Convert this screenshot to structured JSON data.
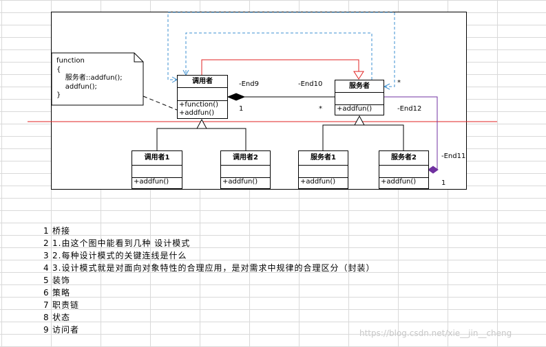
{
  "note": {
    "lines": [
      "function",
      "{",
      "    服务者::addfun();",
      "    addfun();",
      "}"
    ]
  },
  "classes": {
    "invoker": {
      "name": "调用者",
      "ops": [
        "+function()",
        "+addfun()"
      ]
    },
    "servant": {
      "name": "服务者",
      "ops": [
        "+addfun()"
      ]
    },
    "invoker1": {
      "name": "调用者1",
      "ops": [
        "+addfun()"
      ]
    },
    "invoker2": {
      "name": "调用者2",
      "ops": [
        "+addfun()"
      ]
    },
    "servant1": {
      "name": "服务者1",
      "ops": [
        "+addfun()"
      ]
    },
    "servant2": {
      "name": "服务者2",
      "ops": [
        "+addfun()"
      ]
    }
  },
  "labels": {
    "end9": "-End9",
    "end10": "-End10",
    "end12": "-End12",
    "end11": "-End11",
    "one_a": "1",
    "star_a": "*",
    "star_b": "*",
    "one_b": "1"
  },
  "sheet": [
    {
      "num": "1",
      "text": "桥接"
    },
    {
      "num": "2",
      "text": "1.由这个图中能看到几种 设计模式"
    },
    {
      "num": "3",
      "text": "2.每种设计模式的关键连线是什么"
    },
    {
      "num": "4",
      "text": "3.设计模式就是对面向对象特性的合理应用，是对需求中规律的合理区分（封装）"
    },
    {
      "num": "5",
      "text": "装饰"
    },
    {
      "num": "6",
      "text": "策略"
    },
    {
      "num": "7",
      "text": "职责链"
    },
    {
      "num": "8",
      "text": "状态"
    },
    {
      "num": "9",
      "text": "访问者"
    }
  ],
  "watermark": "https://blog.csdn.net/xie__jin__cheng",
  "colors": {
    "red_line": "#e02020",
    "blue_dashed": "#3b8fd0",
    "purple": "#7030a0",
    "grid": "#d9d9d9"
  }
}
